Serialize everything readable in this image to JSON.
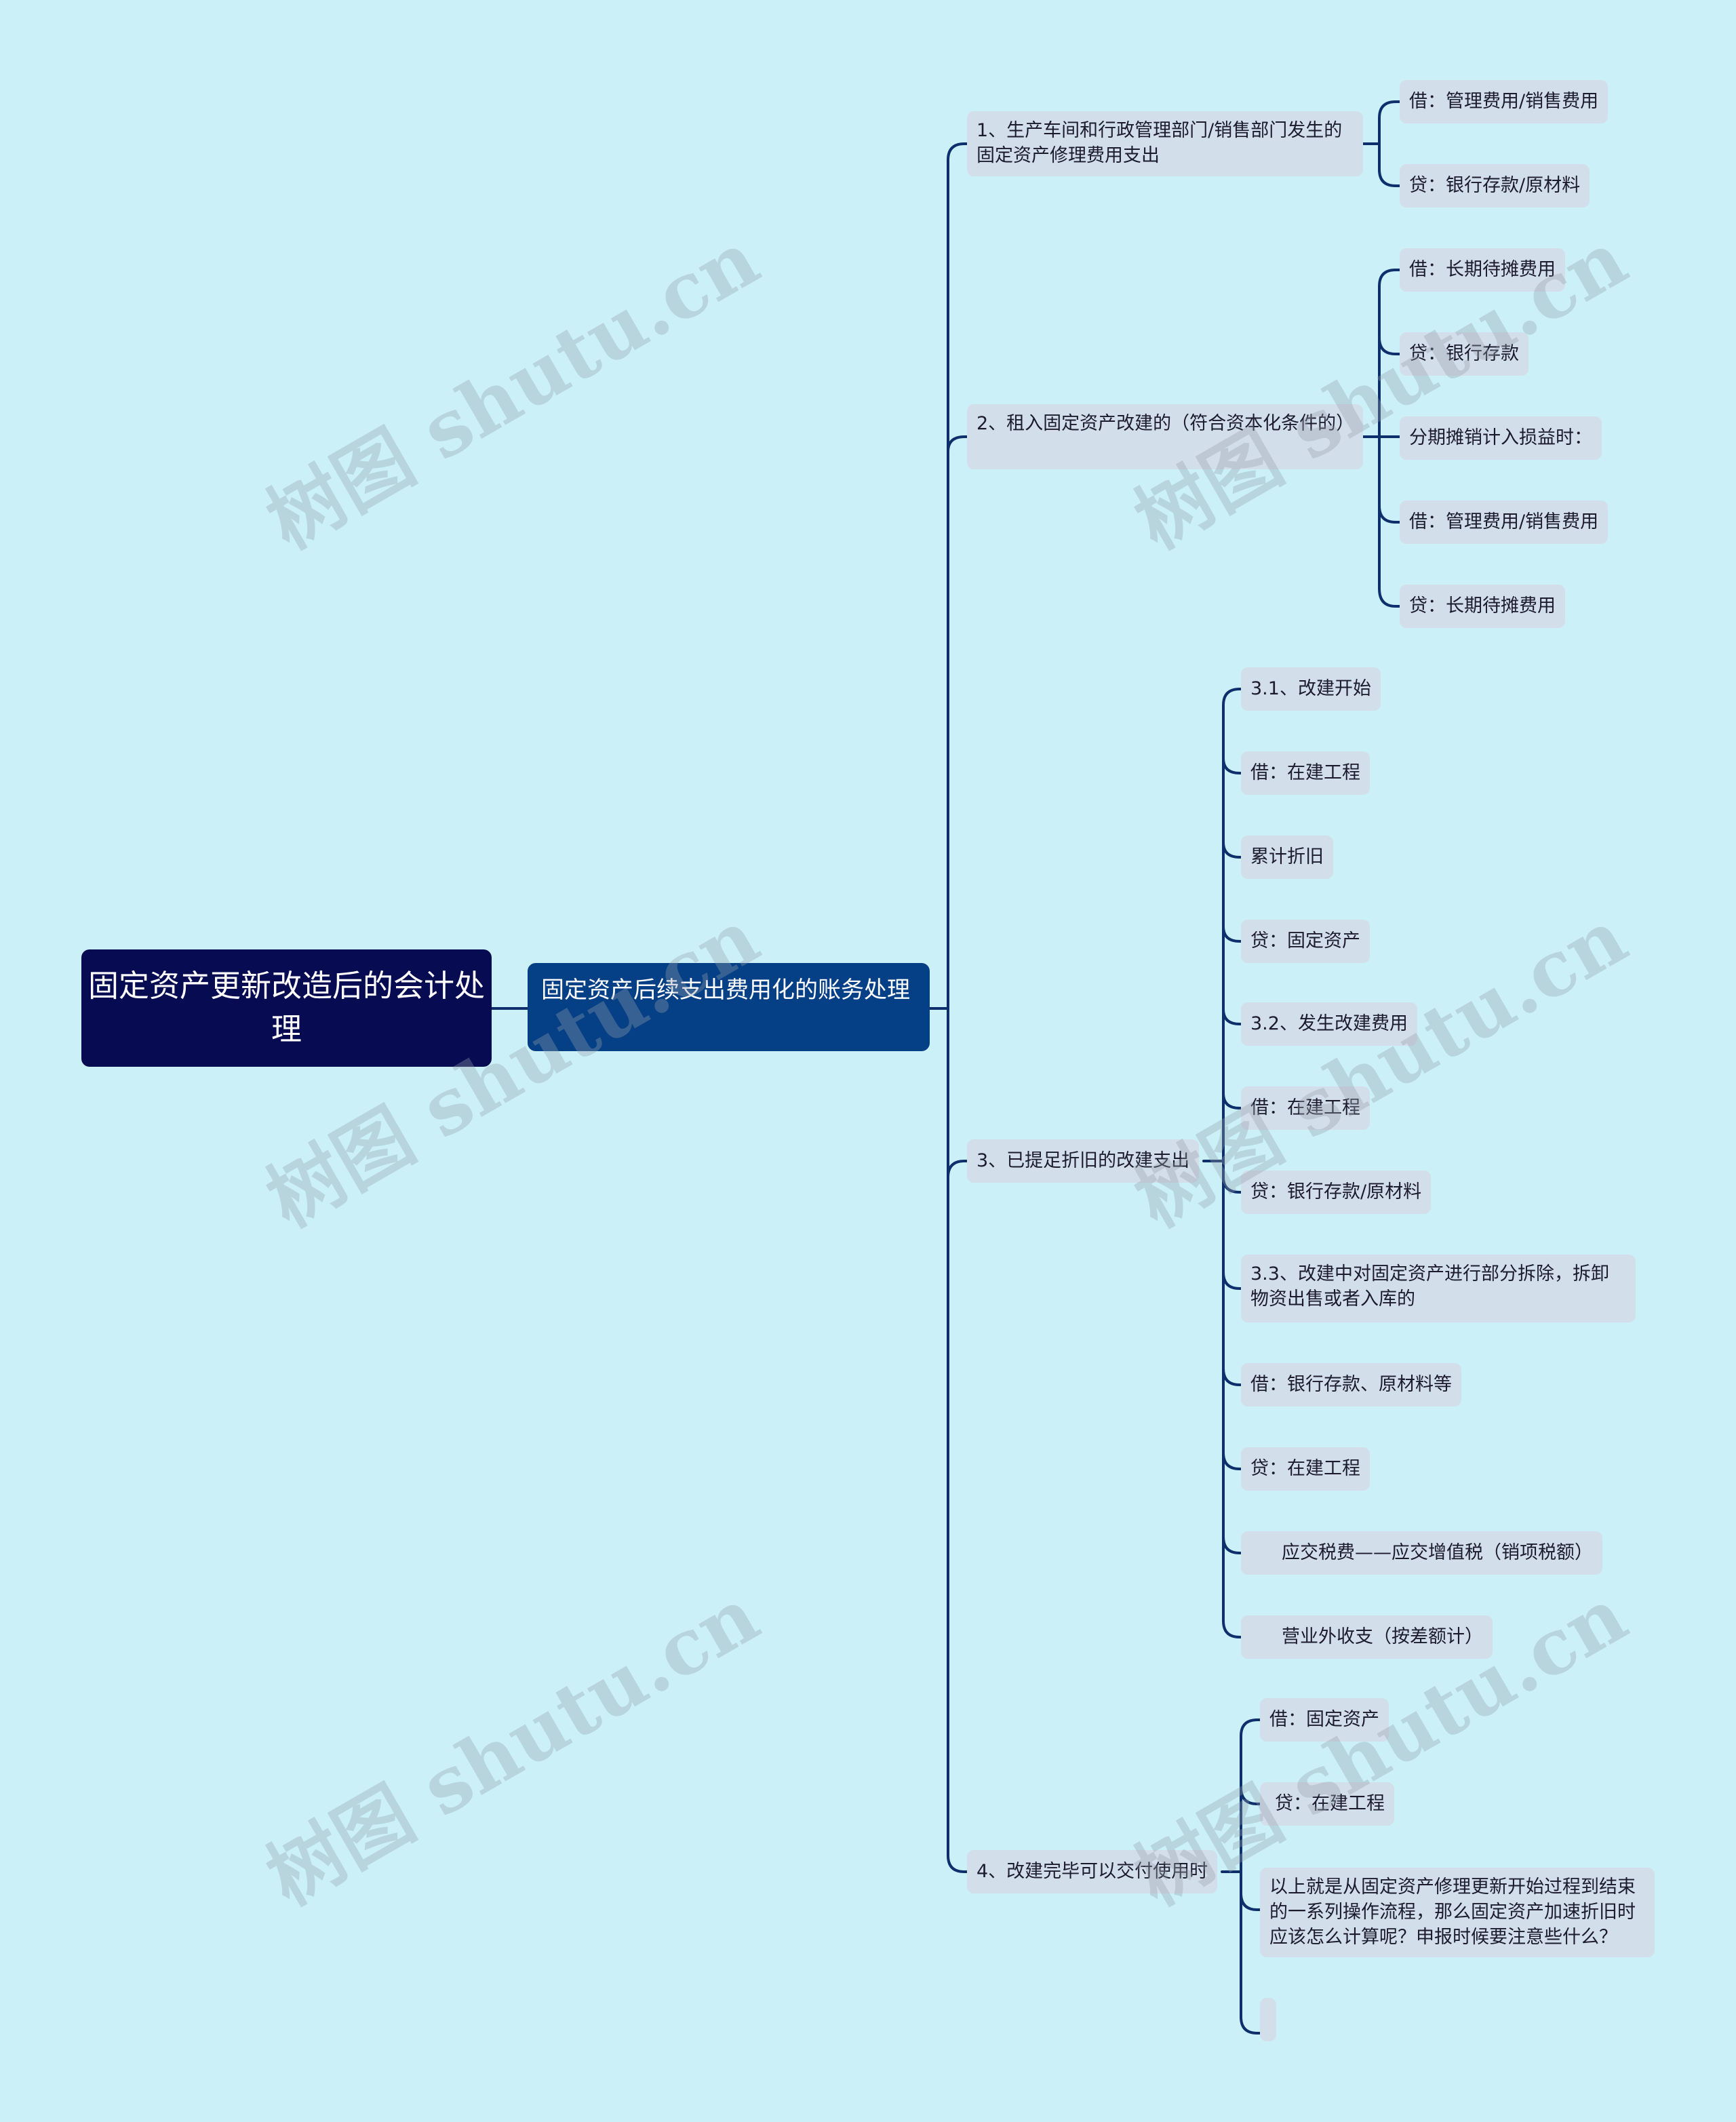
{
  "root": "固定资产更新改造后的会计处理",
  "level1": "固定资产后续支出费用化的账务处理",
  "b1": {
    "label": "1、生产车间和行政管理部门/销售部门发生的固定资产修理费用支出",
    "items": [
      "借：管理费用/销售费用",
      "贷：银行存款/原材料"
    ]
  },
  "b2": {
    "label": "2、租入固定资产改建的（符合资本化条件的）",
    "items": [
      "借：长期待摊费用",
      "贷：银行存款",
      "分期摊销计入损益时：",
      "借：管理费用/销售费用",
      "贷：长期待摊费用"
    ]
  },
  "b3": {
    "label": "3、已提足折旧的改建支出",
    "items": [
      "3.1、改建开始",
      "借：在建工程",
      "累计折旧",
      "贷：固定资产",
      "3.2、发生改建费用",
      "借：在建工程",
      "贷：银行存款/原材料",
      "3.3、改建中对固定资产进行部分拆除，拆卸物资出售或者入库的",
      "借：银行存款、原材料等",
      "贷：在建工程",
      "应交税费——应交增值税（销项税额）",
      "营业外收支（按差额计）"
    ]
  },
  "b4": {
    "label": "4、改建完毕可以交付使用时",
    "items": [
      "借：固定资产",
      "贷：在建工程",
      "以上就是从固定资产修理更新开始过程到结束的一系列操作流程，那么固定资产加速折旧时应该怎么计算呢？申报时候要注意些什么？",
      ""
    ]
  },
  "watermark": "树图 shutu.cn",
  "colors": {
    "background": "#cbf0f7",
    "root": "#070c52",
    "level1": "#053f86",
    "leaf": "#d3deeb",
    "line": "#0d2f6b"
  }
}
